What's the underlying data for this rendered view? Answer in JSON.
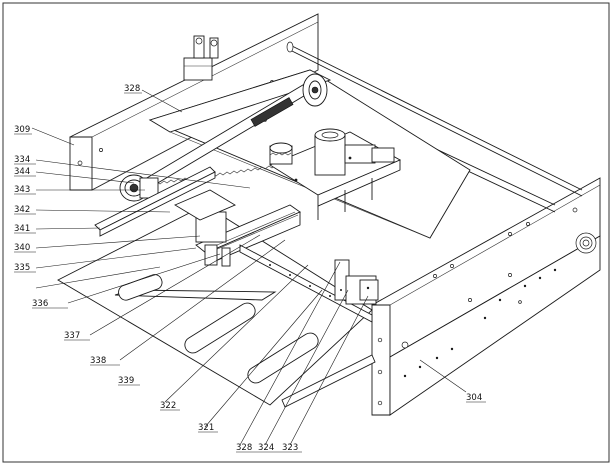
{
  "labels": {
    "l328a": "328",
    "l309": "309",
    "l334": "334",
    "l344": "344",
    "l343": "343",
    "l342": "342",
    "l341": "341",
    "l340": "340",
    "l335": "335",
    "l336": "336",
    "l337": "337",
    "l338": "338",
    "l339": "339",
    "l322": "322",
    "l321": "321",
    "l328b": "328",
    "l324": "324",
    "l323": "323",
    "l304": "304"
  },
  "colors": {
    "line": "#1a1a1a",
    "background": "#ffffff"
  }
}
